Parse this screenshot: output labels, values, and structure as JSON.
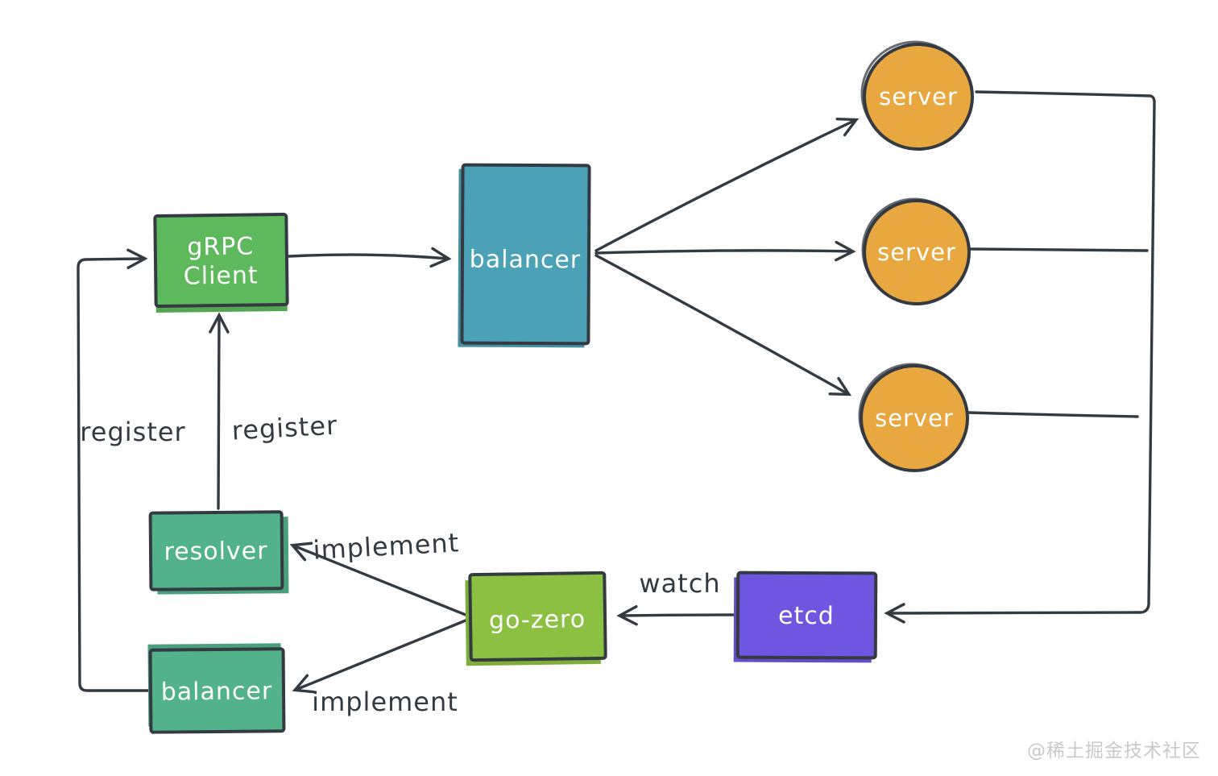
{
  "canvas": {
    "background": "#ffffff",
    "ink": "#343a42"
  },
  "watermark": {
    "text": "@稀土掘金技术社区",
    "color": "#c9c9c9"
  },
  "nodes": {
    "grpc_client": {
      "label_line1": "gRPC",
      "label_line2": "Client",
      "fill": "#5eb95c",
      "shape": "rectangle"
    },
    "balancer_main": {
      "label": "balancer",
      "fill": "#4ba1b5",
      "shape": "rectangle"
    },
    "server_1": {
      "label": "server",
      "fill": "#e9a73f",
      "shape": "ellipse"
    },
    "server_2": {
      "label": "server",
      "fill": "#e9a73f",
      "shape": "ellipse"
    },
    "server_3": {
      "label": "server",
      "fill": "#e9a73f",
      "shape": "ellipse"
    },
    "resolver": {
      "label": "resolver",
      "fill": "#52b28a",
      "shape": "rectangle"
    },
    "balancer_impl": {
      "label": "balancer",
      "fill": "#52b28a",
      "shape": "rectangle"
    },
    "go_zero": {
      "label": "go-zero",
      "fill": "#8cc043",
      "shape": "rectangle"
    },
    "etcd": {
      "label": "etcd",
      "fill": "#6f56e0",
      "shape": "rectangle"
    }
  },
  "edge_labels": {
    "register_left": "register",
    "register_right": "register",
    "implement_top": "implement",
    "implement_bottom": "implement",
    "watch": "watch"
  },
  "edges": [
    {
      "from": "grpc_client",
      "to": "balancer_main",
      "label": ""
    },
    {
      "from": "balancer_main",
      "to": "server_1",
      "label": ""
    },
    {
      "from": "balancer_main",
      "to": "server_2",
      "label": ""
    },
    {
      "from": "balancer_main",
      "to": "server_3",
      "label": ""
    },
    {
      "from": "server_1",
      "to": "etcd",
      "label": ""
    },
    {
      "from": "server_2",
      "to": "etcd",
      "label": ""
    },
    {
      "from": "server_3",
      "to": "etcd",
      "label": ""
    },
    {
      "from": "etcd",
      "to": "go_zero",
      "label": "watch"
    },
    {
      "from": "go_zero",
      "to": "resolver",
      "label": "implement"
    },
    {
      "from": "go_zero",
      "to": "balancer_impl",
      "label": "implement"
    },
    {
      "from": "resolver",
      "to": "grpc_client",
      "label": "register"
    },
    {
      "from": "balancer_impl",
      "to": "grpc_client",
      "label": "register"
    }
  ]
}
